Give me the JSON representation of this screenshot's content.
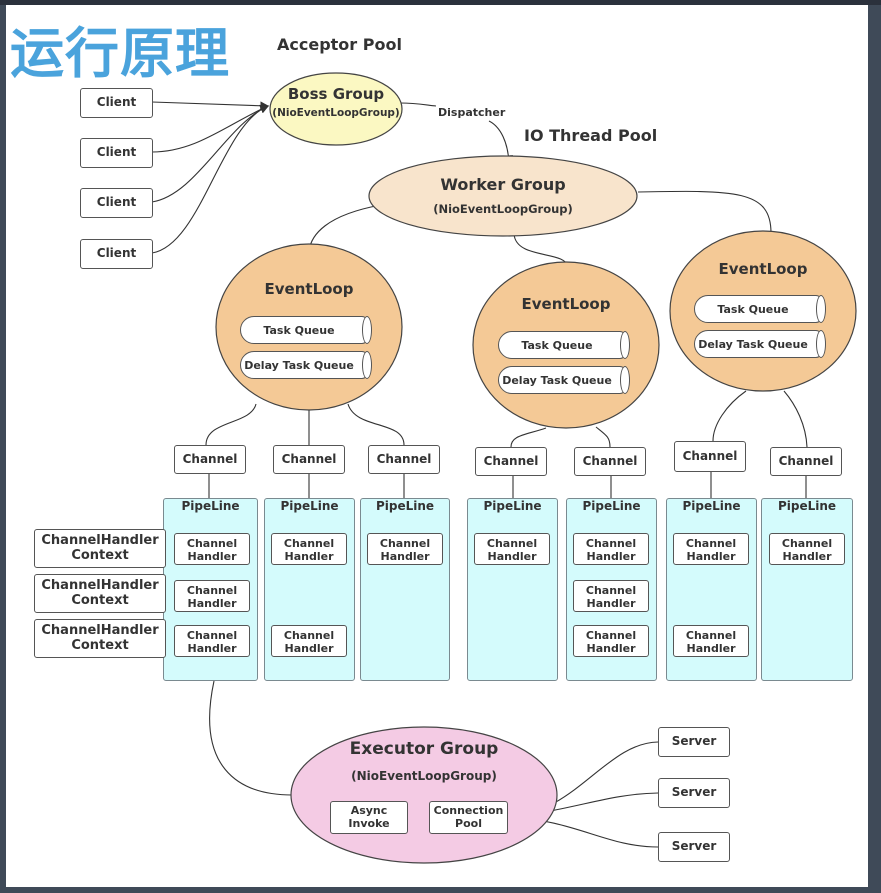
{
  "title": "运行原理",
  "labels": {
    "acceptor_pool": "Acceptor Pool",
    "io_thread_pool": "IO Thread Pool",
    "dispatcher": "Dispatcher"
  },
  "clients": [
    "Client",
    "Client",
    "Client",
    "Client"
  ],
  "boss_group": {
    "name": "Boss Group",
    "sub": "(NioEventLoopGroup)",
    "color": "#fbf8c2"
  },
  "worker_group": {
    "name": "Worker Group",
    "sub": "(NioEventLoopGroup)",
    "color": "#f8e4cc"
  },
  "event_loops": [
    {
      "name": "EventLoop",
      "queues": [
        "Task Queue",
        "Delay Task Queue"
      ]
    },
    {
      "name": "EventLoop",
      "queues": [
        "Task Queue",
        "Delay Task Queue"
      ]
    },
    {
      "name": "EventLoop",
      "queues": [
        "Task Queue",
        "Delay Task Queue"
      ]
    }
  ],
  "event_loop_color": "#f4c996",
  "channels": [
    "Channel",
    "Channel",
    "Channel",
    "Channel",
    "Channel",
    "Channel",
    "Channel"
  ],
  "pipelines": [
    {
      "title": "PipeLine",
      "handlers": [
        "Channel Handler",
        "Channel Handler",
        "Channel Handler"
      ]
    },
    {
      "title": "PipeLine",
      "handlers": [
        "Channel Handler",
        "Channel Handler"
      ]
    },
    {
      "title": "PipeLine",
      "handlers": [
        "Channel Handler"
      ]
    },
    {
      "title": "PipeLine",
      "handlers": [
        "Channel Handler"
      ]
    },
    {
      "title": "PipeLine",
      "handlers": [
        "Channel Handler",
        "Channel Handler",
        "Channel Handler"
      ]
    },
    {
      "title": "PipeLine",
      "handlers": [
        "Channel Handler",
        "Channel Handler"
      ]
    },
    {
      "title": "PipeLine",
      "handlers": [
        "Channel Handler"
      ]
    }
  ],
  "pipeline_color": "#d4fbfc",
  "contexts": [
    {
      "line1": "ChannelHandler",
      "line2": "Context"
    },
    {
      "line1": "ChannelHandler",
      "line2": "Context"
    },
    {
      "line1": "ChannelHandler",
      "line2": "Context"
    }
  ],
  "executor_group": {
    "name": "Executor Group",
    "sub": "(NioEventLoopGroup)",
    "color": "#f4cbe4",
    "async": {
      "line1": "Async",
      "line2": "Invoke"
    },
    "pool": {
      "line1": "Connection",
      "line2": "Pool"
    }
  },
  "servers": [
    "Server",
    "Server",
    "Server"
  ]
}
